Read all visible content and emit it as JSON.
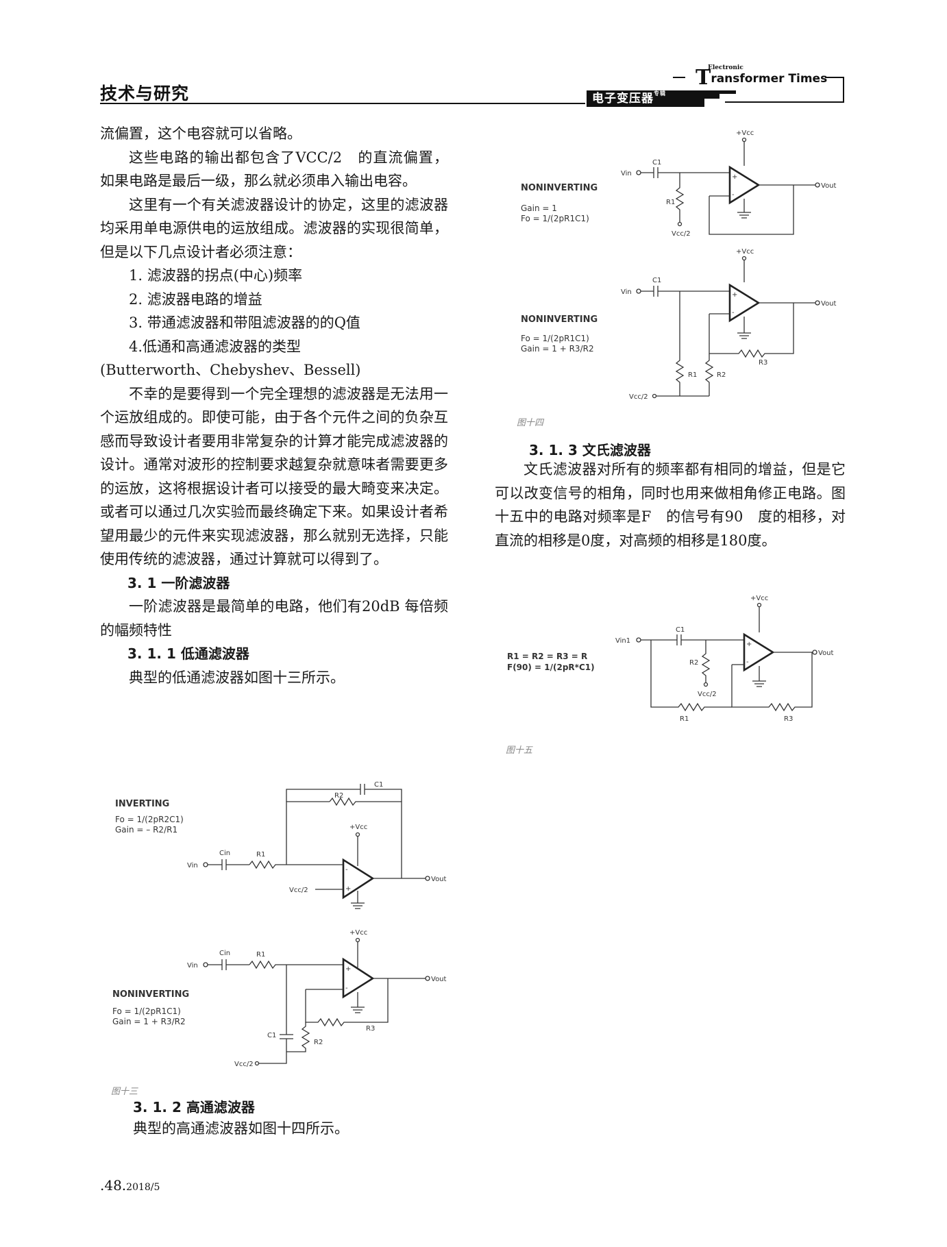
{
  "header": {
    "section_title": "技术与研究",
    "journal_name_cn": "电子变压器",
    "journal_tag": "专辑",
    "journal_en_small": "Electronic",
    "journal_en_T": "T",
    "journal_en_rest": "ransformer Times"
  },
  "left_column": {
    "p1": "流偏置，这个电容就可以省略。",
    "p2": "这些电路的输出都包含了VCC/2　的直流偏置，如果电路是最后一级，那么就必须串入输出电容。",
    "p3": "这里有一个有关滤波器设计的协定，这里的滤波器均采用单电源供电的运放组成。滤波器的实现很简单，但是以下几点设计者必须注意：",
    "item1": "1. 滤波器的拐点(中心)频率",
    "item2": "2. 滤波器电路的增益",
    "item3": "3. 带通滤波器和带阻滤波器的的Q值",
    "item4": "4.低通和高通滤波器的类型",
    "item4_cont": "(Butterworth、Chebyshev、Bessell)",
    "p4": "不幸的是要得到一个完全理想的滤波器是无法用一个运放组成的。即使可能，由于各个元件之间的负杂互感而导致设计者要用非常复杂的计算才能完成滤波器的设计。通常对波形的控制要求越复杂就意味者需要更多的运放，这将根据设计者可以接受的最大畸变来决定。或者可以通过几次实验而最终确定下来。如果设计者希望用最少的元件来实现滤波器，那么就别无选择，只能使用传统的滤波器，通过计算就可以得到了。",
    "sec31": "3. 1 一阶滤波器",
    "p5": "一阶滤波器是最简单的电路，他们有20dB 每倍频的幅频特性",
    "sec311": "3. 1. 1 低通滤波器",
    "p6": "典型的低通滤波器如图十三所示。"
  },
  "fig13": {
    "caption": "图十三",
    "inv_title": "INVERTING",
    "inv_f1": "Fo = 1/(2pR2C1)",
    "inv_f2": "Gain = – R2/R1",
    "noninv_title": "NONINVERTING",
    "noninv_f1": "Fo = 1/(2pR1C1)",
    "noninv_f2": "Gain = 1 + R3/R2",
    "vcc": "+Vcc",
    "vin": "Vin",
    "vout": "Vout",
    "vcc2": "Vcc/2",
    "cin": "Cin",
    "c1": "C1",
    "r1": "R1",
    "r2": "R2",
    "r3": "R3"
  },
  "after_fig13": {
    "sec312": "3. 1. 2 高通滤波器",
    "p7": "典型的高通滤波器如图十四所示。"
  },
  "fig14": {
    "caption": "图十四",
    "top_title": "NONINVERTING",
    "top_f1": "Gain = 1",
    "top_f2": "Fo = 1/(2pR1C1)",
    "bot_title": "NONINVERTING",
    "bot_f1": "Fo = 1/(2pR1C1)",
    "bot_f2": "Gain = 1 + R3/R2",
    "vcc": "+Vcc",
    "vin": "Vin",
    "vout": "Vout",
    "vcc2": "Vcc/2",
    "c1": "C1",
    "r1": "R1",
    "r2": "R2",
    "r3": "R3"
  },
  "right_column": {
    "sec313": "3. 1. 3 文氏滤波器",
    "p8": "文氏滤波器对所有的频率都有相同的增益，但是它可以改变信号的相角，同时也用来做相角修正电路。图十五中的电路对频率是F　的信号有90　度的相移，对直流的相移是0度，对高频的相移是180度。"
  },
  "fig15": {
    "caption": "图十五",
    "f1": "R1 = R2 = R3 = R",
    "f2": "F(90) = 1/(2pR*C1)",
    "vcc": "+Vcc",
    "vin1": "Vin1",
    "vout": "Vout",
    "vcc2": "Vcc/2",
    "c1": "C1",
    "r1": "R1",
    "r2": "R2",
    "r3": "R3"
  },
  "footer": {
    "page": ".48.",
    "issue": "2018/5"
  }
}
